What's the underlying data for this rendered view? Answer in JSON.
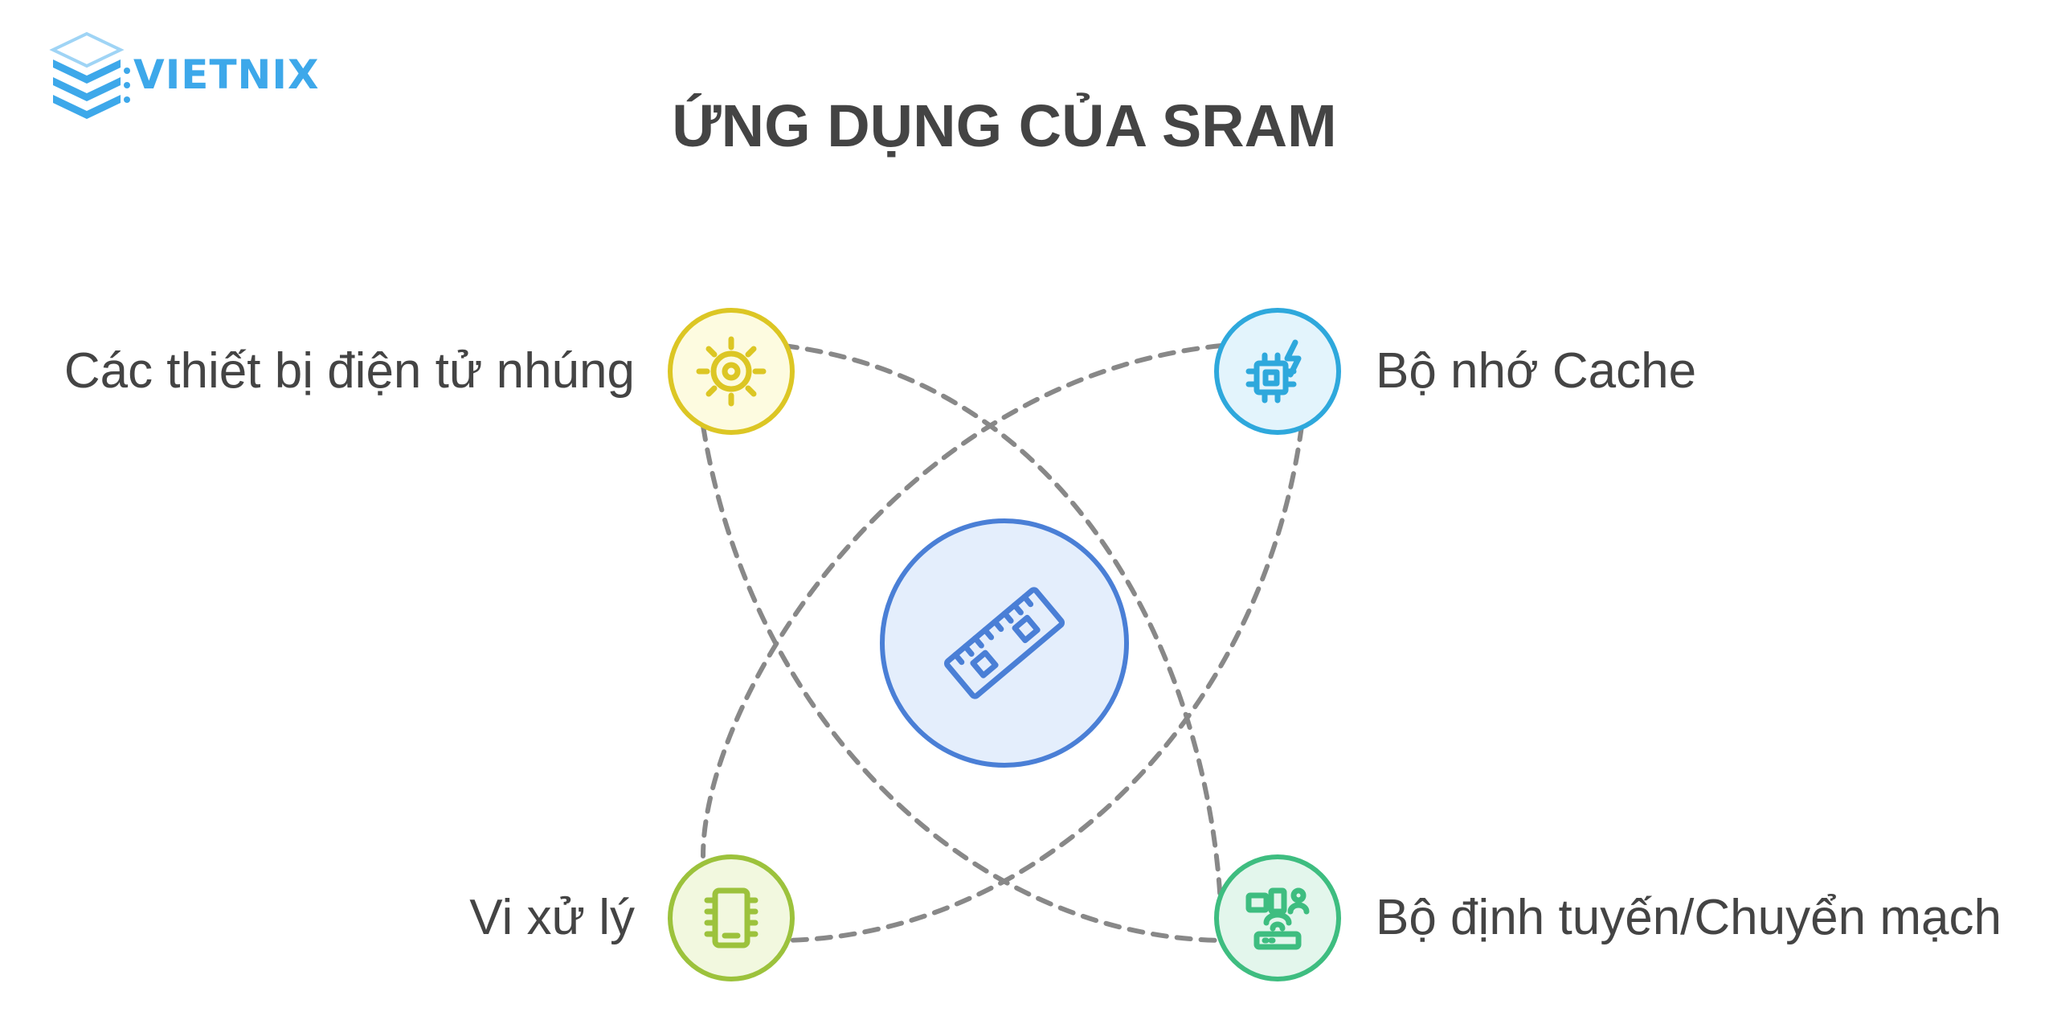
{
  "logo": {
    "text": "VIETNIX",
    "color": "#3da8ea"
  },
  "title": "ỨNG DỤNG CỦA SRAM",
  "colors": {
    "text": "#444444",
    "connector": "#888888"
  },
  "center": {
    "icon": "ram-module-icon",
    "stroke": "#4a7fd6",
    "fill": "#e4eefc"
  },
  "nodes": {
    "embedded": {
      "label": "Các thiết bị điện tử nhúng",
      "icon": "gear-icon",
      "stroke": "#dcc624",
      "fill": "#fdfbe0"
    },
    "cache": {
      "label": "Bộ nhớ Cache",
      "icon": "chip-lightning-icon",
      "stroke": "#2ea8dc",
      "fill": "#e3f4fc"
    },
    "processor": {
      "label": "Vi xử lý",
      "icon": "processor-chip-icon",
      "stroke": "#9cc23c",
      "fill": "#f2f8df"
    },
    "router": {
      "label": "Bộ định tuyến/Chuyển mạch",
      "icon": "router-devices-icon",
      "stroke": "#3ebd80",
      "fill": "#e3f6ec"
    }
  }
}
